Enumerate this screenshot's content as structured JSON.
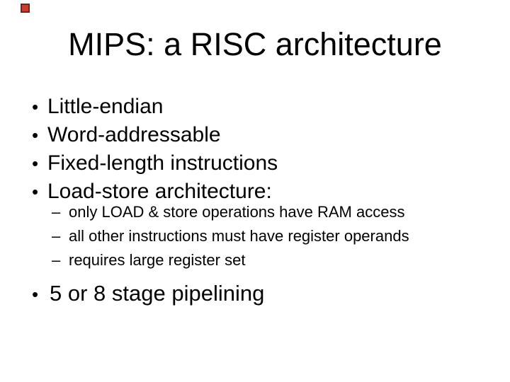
{
  "slide": {
    "title": "MIPS: a RISC architecture",
    "glyphs": {
      "bullet": "•",
      "dash": "–"
    },
    "level1_bullets": [
      "Little-endian",
      "Word-addressable",
      "Fixed-length instructions",
      "Load-store architecture:"
    ],
    "level2_bullets": [
      "only LOAD & store operations have RAM access",
      "all other instructions must have register operands",
      "requires large register set"
    ],
    "closing_bullet": "5 or 8 stage pipelining",
    "colors": {
      "background": "#ffffff",
      "text": "#000000",
      "corner_marker_fill": "#cd3c2a",
      "corner_marker_border": "#871b10"
    }
  }
}
